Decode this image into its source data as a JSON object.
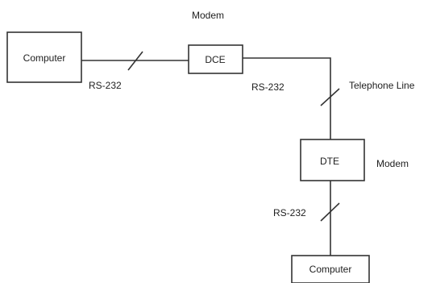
{
  "nodes": {
    "computer_left": "Computer",
    "dce": "DCE",
    "dte": "DTE",
    "computer_bottom": "Computer"
  },
  "labels": {
    "modem_top": "Modem",
    "modem_right": "Modem",
    "rs232_left": "RS-232",
    "rs232_middle": "RS-232",
    "rs232_bottom": "RS-232",
    "telephone_line": "Telephone Line"
  }
}
